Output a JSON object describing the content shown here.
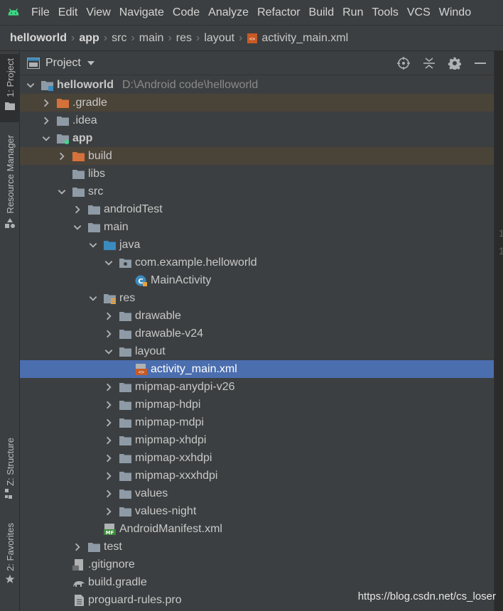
{
  "menu": {
    "items": [
      "File",
      "Edit",
      "View",
      "Navigate",
      "Code",
      "Analyze",
      "Refactor",
      "Build",
      "Run",
      "Tools",
      "VCS",
      "Windo"
    ]
  },
  "breadcrumb": {
    "items": [
      "helloworld",
      "app",
      "src",
      "main",
      "res",
      "layout",
      "activity_main.xml"
    ]
  },
  "toolstrip": {
    "project": "1: Project",
    "resource_manager": "Resource Manager",
    "structure": "Z: Structure",
    "favorites": "2: Favorites"
  },
  "panel": {
    "title": "Project"
  },
  "tree": [
    {
      "name": "helloworld",
      "path": "D:\\Android code\\helloworld",
      "depth": 0,
      "arrow": "down",
      "icon": "module-icon",
      "bold": true
    },
    {
      "name": ".gradle",
      "depth": 1,
      "arrow": "right",
      "icon": "folder-orange-icon",
      "excluded": true
    },
    {
      "name": ".idea",
      "depth": 1,
      "arrow": "right",
      "icon": "folder-icon"
    },
    {
      "name": "app",
      "depth": 1,
      "arrow": "down",
      "icon": "app-module-icon",
      "bold": true
    },
    {
      "name": "build",
      "depth": 2,
      "arrow": "right",
      "icon": "folder-orange-icon",
      "excluded": true
    },
    {
      "name": "libs",
      "depth": 2,
      "arrow": "none",
      "icon": "folder-icon"
    },
    {
      "name": "src",
      "depth": 2,
      "arrow": "down",
      "icon": "folder-icon"
    },
    {
      "name": "androidTest",
      "depth": 3,
      "arrow": "right",
      "icon": "folder-icon"
    },
    {
      "name": "main",
      "depth": 3,
      "arrow": "down",
      "icon": "folder-icon"
    },
    {
      "name": "java",
      "depth": 4,
      "arrow": "down",
      "icon": "folder-blue-icon"
    },
    {
      "name": "com.example.helloworld",
      "depth": 5,
      "arrow": "down",
      "icon": "package-icon"
    },
    {
      "name": "MainActivity",
      "depth": 6,
      "arrow": "none",
      "icon": "class-icon"
    },
    {
      "name": "res",
      "depth": 4,
      "arrow": "down",
      "icon": "res-folder-icon"
    },
    {
      "name": "drawable",
      "depth": 5,
      "arrow": "right",
      "icon": "folder-icon"
    },
    {
      "name": "drawable-v24",
      "depth": 5,
      "arrow": "right",
      "icon": "folder-icon"
    },
    {
      "name": "layout",
      "depth": 5,
      "arrow": "down",
      "icon": "folder-icon"
    },
    {
      "name": "activity_main.xml",
      "depth": 6,
      "arrow": "none",
      "icon": "xml-file-icon",
      "selected": true
    },
    {
      "name": "mipmap-anydpi-v26",
      "depth": 5,
      "arrow": "right",
      "icon": "folder-icon"
    },
    {
      "name": "mipmap-hdpi",
      "depth": 5,
      "arrow": "right",
      "icon": "folder-icon"
    },
    {
      "name": "mipmap-mdpi",
      "depth": 5,
      "arrow": "right",
      "icon": "folder-icon"
    },
    {
      "name": "mipmap-xhdpi",
      "depth": 5,
      "arrow": "right",
      "icon": "folder-icon"
    },
    {
      "name": "mipmap-xxhdpi",
      "depth": 5,
      "arrow": "right",
      "icon": "folder-icon"
    },
    {
      "name": "mipmap-xxxhdpi",
      "depth": 5,
      "arrow": "right",
      "icon": "folder-icon"
    },
    {
      "name": "values",
      "depth": 5,
      "arrow": "right",
      "icon": "folder-icon"
    },
    {
      "name": "values-night",
      "depth": 5,
      "arrow": "right",
      "icon": "folder-icon"
    },
    {
      "name": "AndroidManifest.xml",
      "depth": 4,
      "arrow": "none",
      "icon": "manifest-icon"
    },
    {
      "name": "test",
      "depth": 3,
      "arrow": "right",
      "icon": "folder-icon"
    },
    {
      "name": ".gitignore",
      "depth": 2,
      "arrow": "none",
      "icon": "gitignore-icon"
    },
    {
      "name": "build.gradle",
      "depth": 2,
      "arrow": "none",
      "icon": "gradle-icon"
    },
    {
      "name": "proguard-rules.pro",
      "depth": 2,
      "arrow": "none",
      "icon": "text-file-icon"
    }
  ],
  "editor": {
    "line_numbers": [
      "1",
      "1"
    ]
  },
  "watermark": "https://blog.csdn.net/cs_loser",
  "colors": {
    "background": "#3c3f41",
    "selection": "#4b6eaf",
    "excluded": "#4a4338",
    "folder": "#8e9ba6",
    "folder_orange": "#d5713a",
    "folder_blue": "#3b8bbf",
    "android_green": "#3ddc84"
  }
}
